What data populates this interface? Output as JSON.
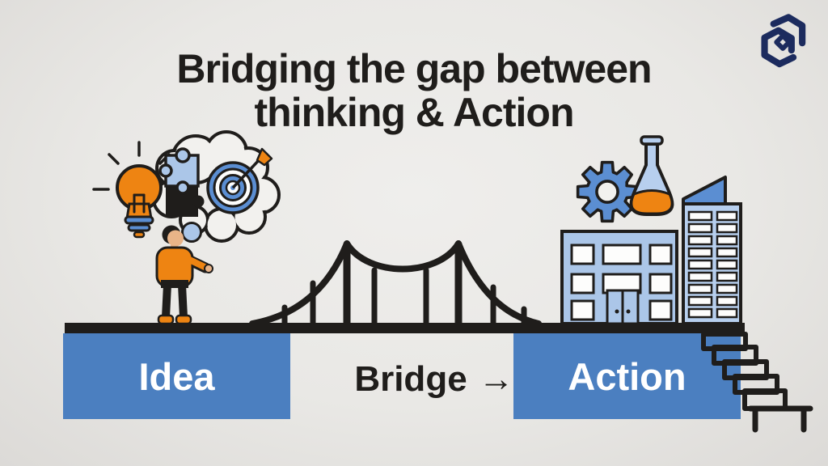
{
  "title": {
    "line1": "Bridging the gap between",
    "line2": "thinking & Action"
  },
  "labels": {
    "idea": "Idea",
    "bridge": "Bridge",
    "bridge_arrow": "→",
    "action": "Action"
  },
  "colors": {
    "background": "#e9e8e5",
    "ink": "#1f1d1b",
    "block_blue": "#4b7fc0",
    "accent_blue": "#5b8ed2",
    "light_blue": "#abc6e8",
    "pale_blue": "#b7cfee",
    "orange": "#ee8412",
    "paper": "#f2f1ee",
    "white": "#fdfdfc",
    "logo_navy": "#1c2b5e",
    "skin": "#e9b488"
  },
  "icons": {
    "brand_logo_icon": "hexagonal-spiral-cube",
    "lightbulb_icon": "idea lightbulb with rays",
    "thought_cloud_icon": "thought bubble cloud",
    "puzzle_icon": "two interlocking puzzle pieces",
    "target_icon": "dartboard with arrow",
    "person_figure": "man in orange sweater thinking",
    "bridge_icon": "suspension bridge",
    "gear_icon": "cog wheel",
    "flask_icon": "erlenmeyer flask with liquid",
    "building_icon": "office building with door",
    "skyscraper_icon": "tower with windows",
    "stairs_icon": "descending steps"
  }
}
